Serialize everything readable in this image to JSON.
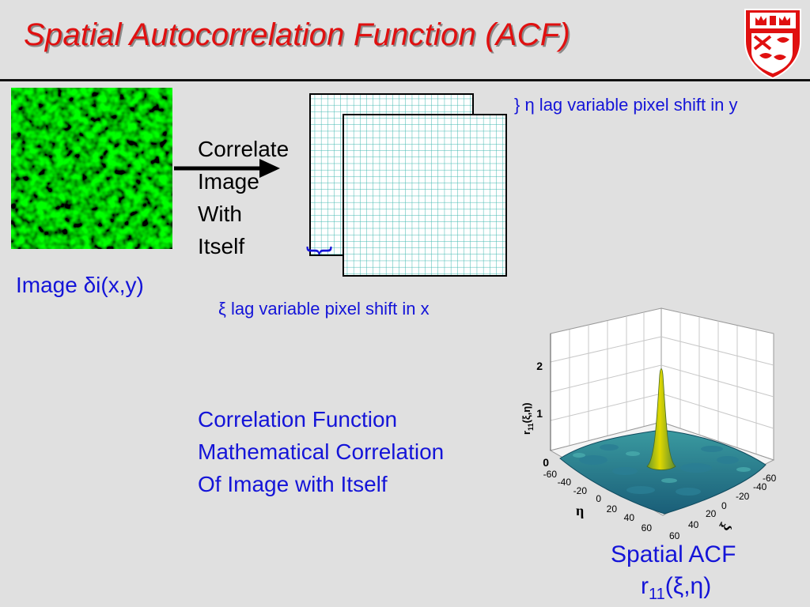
{
  "slide": {
    "title": "Spatial Autocorrelation Function (ACF)",
    "image_label": "Image δi(x,y)",
    "correlate_lines": [
      "Correlate",
      "Image",
      "With",
      "Itself"
    ],
    "eta_label": "} η lag variable pixel shift in y",
    "xi_brace": "}",
    "xi_label": "ξ lag variable pixel shift in x",
    "definition_lines": [
      "Correlation Function",
      "Mathematical Correlation",
      "Of Image with Itself"
    ],
    "acf_caption": "Spatial ACF",
    "acf_symbol": {
      "base": "r",
      "sub": "11",
      "args": "(ξ,η)"
    }
  },
  "plot": {
    "z_ticks": [
      "0",
      "1",
      "2"
    ],
    "z_label": {
      "base": "r",
      "sub": "11",
      "args": "(ξ,η)"
    },
    "eta_ticks": [
      "-60",
      "-40",
      "-20",
      "0",
      "20",
      "40",
      "60"
    ],
    "xi_ticks": [
      "-60",
      "-40",
      "-20",
      "0",
      "20",
      "40",
      "60"
    ],
    "eta_axis_label": "η",
    "xi_axis_label": "ξ"
  },
  "colors": {
    "title": "#e01010",
    "text_blue": "#1414d8",
    "grid": "#40b8b0",
    "surface": "#1f7a8c",
    "peak": "#d8d000",
    "image_green": "#28c428"
  }
}
